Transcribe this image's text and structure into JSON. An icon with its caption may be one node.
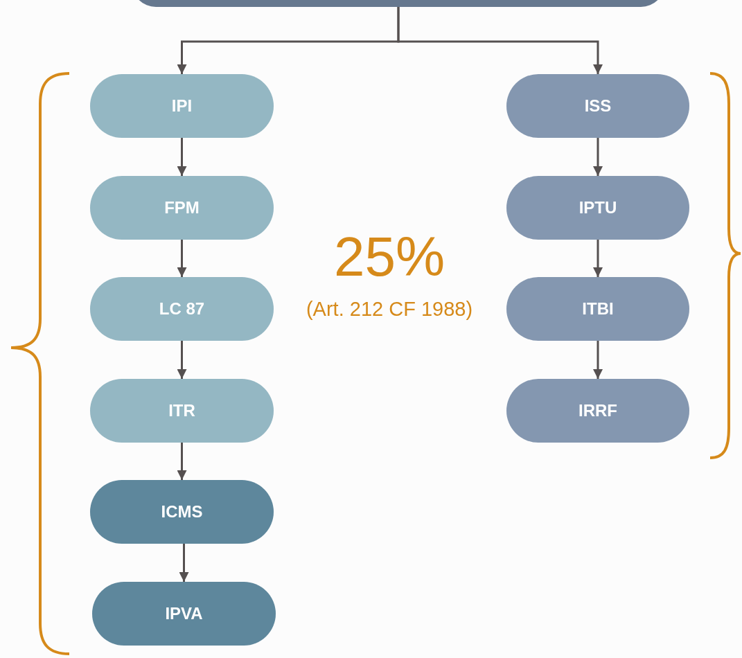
{
  "diagram": {
    "nodes": [
      {
        "text": [],
        "shape": "box"
      },
      {
        "text": [
          "IPI"
        ]
      },
      {
        "text": [
          "FPM"
        ]
      },
      {
        "text": [
          "LC 87"
        ]
      },
      {
        "text": [
          "ITR"
        ]
      },
      {
        "text": [
          "ICMS"
        ]
      },
      {
        "text": [
          "IPVA"
        ]
      },
      {
        "text": [
          "ISS"
        ]
      },
      {
        "text": [
          "IPTU"
        ]
      },
      {
        "text": [
          "ITBI"
        ]
      },
      {
        "text": [
          "IRRF"
        ]
      }
    ],
    "edges": [
      {
        "from": 0,
        "to": 1,
        "arrow": "to"
      },
      {
        "from": 0,
        "to": 7,
        "arrow": "to"
      },
      {
        "from": 1,
        "to": 2,
        "arrow": "to"
      },
      {
        "from": 2,
        "to": 3,
        "arrow": "to"
      },
      {
        "from": 3,
        "to": 4,
        "arrow": "to"
      },
      {
        "from": 4,
        "to": 5,
        "arrow": "to"
      },
      {
        "from": 5,
        "to": 6,
        "arrow": "to"
      },
      {
        "from": 7,
        "to": 8,
        "arrow": "to"
      },
      {
        "from": 8,
        "to": 9,
        "arrow": "to"
      },
      {
        "from": 9,
        "to": 10,
        "arrow": "to"
      }
    ],
    "labels": [
      "25%",
      "(Art. 212 CF 1988)"
    ]
  }
}
